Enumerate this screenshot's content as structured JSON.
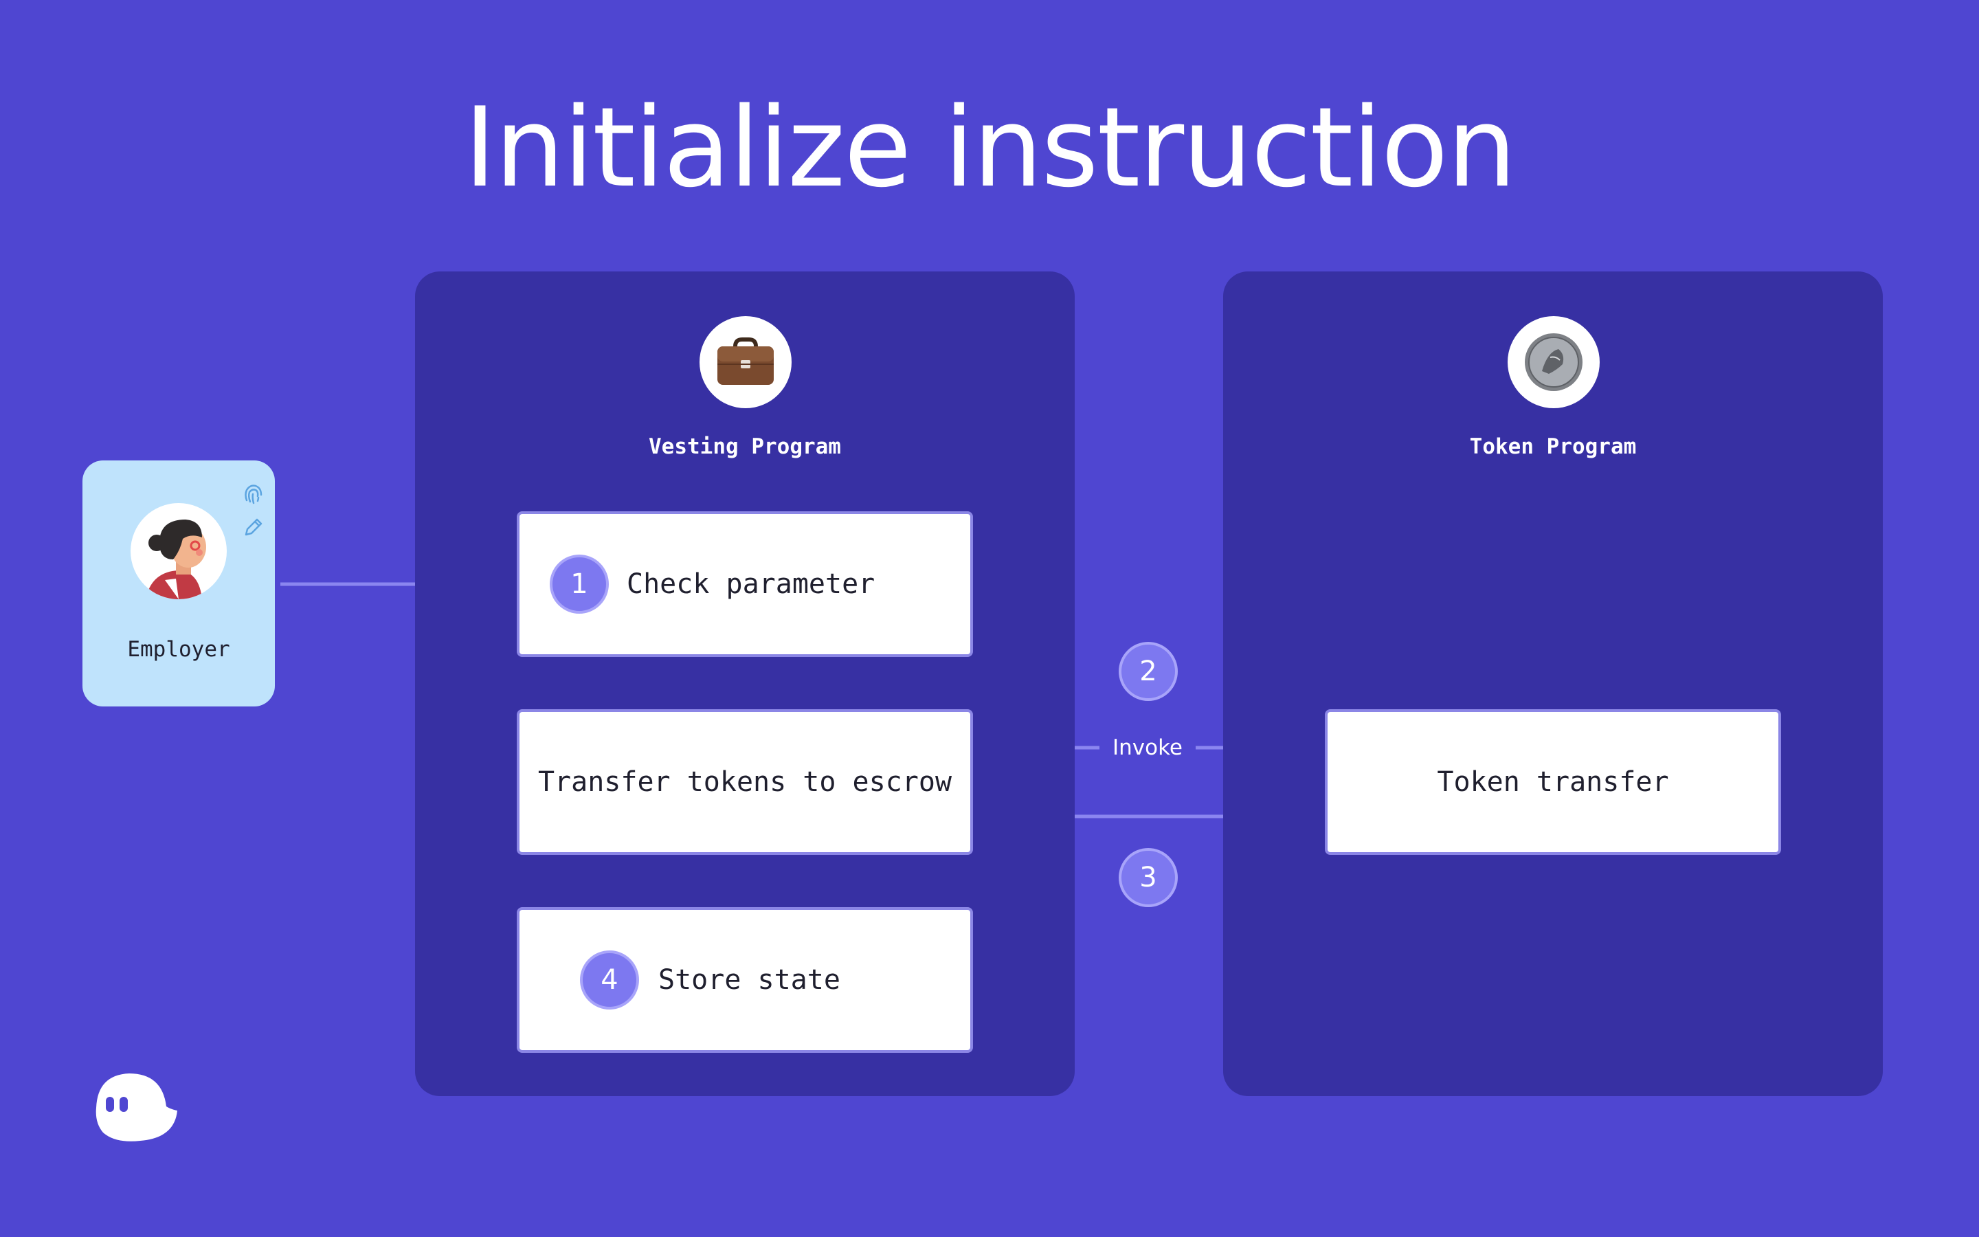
{
  "title": "Initialize instruction",
  "actor": {
    "label": "Employer"
  },
  "vesting_program": {
    "label": "Vesting Program",
    "steps": [
      {
        "number": "1",
        "label": "Check parameter"
      },
      {
        "number": "",
        "label": "Transfer tokens to escrow"
      },
      {
        "number": "4",
        "label": "Store state"
      }
    ]
  },
  "token_program": {
    "label": "Token Program",
    "step": {
      "label": "Token transfer"
    }
  },
  "interaction": {
    "invoke_label": "Invoke",
    "invoke_number": "2",
    "return_number": "3"
  },
  "colors": {
    "background": "#4F46D1",
    "panel": "#3730A3",
    "accent": "#7D78F0",
    "arrow": "#8B86F0",
    "actor_card": "#BFE3FC"
  },
  "icons": [
    "briefcase-icon",
    "coin-icon",
    "fingerprint-icon",
    "pencil-icon",
    "ghost-logo-icon"
  ]
}
